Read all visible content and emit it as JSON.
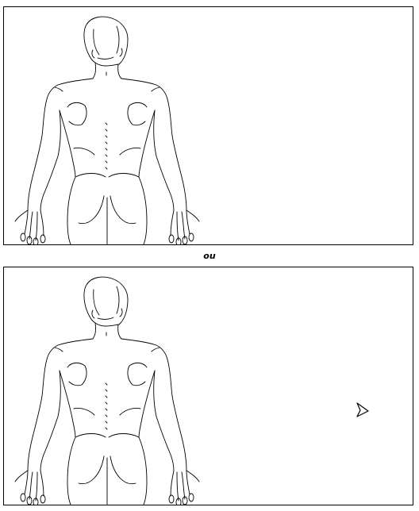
{
  "separator": {
    "label": "ou"
  },
  "panels": [
    {
      "figure": "body-back-outline"
    },
    {
      "figure": "body-back-outline",
      "cursor": "pointer-cursor-icon"
    }
  ],
  "colors": {
    "line": "#000000",
    "background": "#ffffff"
  }
}
